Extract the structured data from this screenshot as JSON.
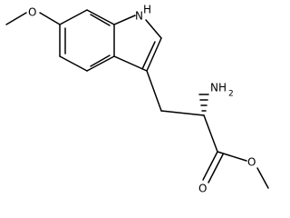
{
  "structure": {
    "labels": {
      "methoxy_oxygen": "O",
      "indole_nh": "H",
      "indole_n": "N",
      "amino": "NH",
      "amino_subscript": "2",
      "ester_carbonyl_oxygen": "O",
      "ester_ether_oxygen": "O"
    },
    "colors": {
      "bond": "#000000",
      "text": "#000000",
      "background": "#ffffff"
    }
  }
}
